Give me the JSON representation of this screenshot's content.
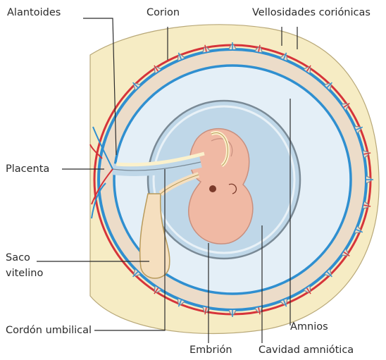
{
  "labels": {
    "alantoides": "Alantoides",
    "corion": "Corion",
    "vellosidades": "Vellosidades coriónicas",
    "placenta": "Placenta",
    "saco_line1": "Saco",
    "saco_line2": "vitelino",
    "cordon": "Cordón umbilical",
    "amnios": "Amnios",
    "embrion": "Embrión",
    "cavidad": "Cavidad amniótica"
  },
  "colors": {
    "decidua": "#f6ecc4",
    "chorion_fill": "#ecdcc9",
    "artery": "#d6343a",
    "vein": "#2f8fd0",
    "exocoelom": "#e4eff7",
    "amniotic_cavity": "#bfd7e8",
    "embryo": "#f0b9a4",
    "yolk_sac": "#f5dfbf",
    "leader_line": "#2b2b2b"
  }
}
